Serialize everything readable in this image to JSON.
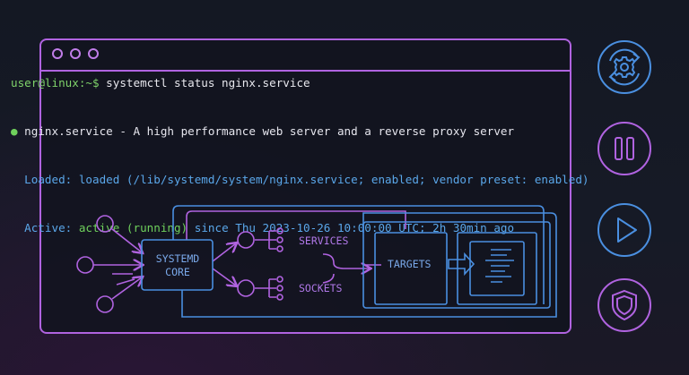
{
  "terminal": {
    "prompt": "user@linux:~$",
    "command": " systemctl status nginx.service",
    "bullet": "●",
    "service_line": " nginx.service - A high performance web server and a reverse proxy server",
    "loaded_label": "  Loaded: ",
    "loaded_value": "loaded (/lib/systemd/system/nginx.service; enabled; vendor preset: enabled)",
    "active_label": "  Active: ",
    "active_status": "active (running)",
    "active_rest": " since Thu 2023-10-26 10:00:00 UTC; 2h 30min ago"
  },
  "diagram": {
    "core_line1": "SYSTEMD",
    "core_line2": "CORE",
    "services": "SERVICES",
    "sockets": "SOCKETS",
    "targets": "TARGETS"
  },
  "sidebar": {
    "buttons": [
      {
        "icon": "gear-refresh-icon",
        "color": "#4a8fe0"
      },
      {
        "icon": "pause-icon",
        "color": "#b063e0"
      },
      {
        "icon": "play-icon",
        "color": "#4a8fe0"
      },
      {
        "icon": "shield-icon",
        "color": "#b063e0"
      }
    ]
  },
  "colors": {
    "purple": "#b063e0",
    "blue": "#4a8fe0",
    "green": "#6fd15c"
  }
}
